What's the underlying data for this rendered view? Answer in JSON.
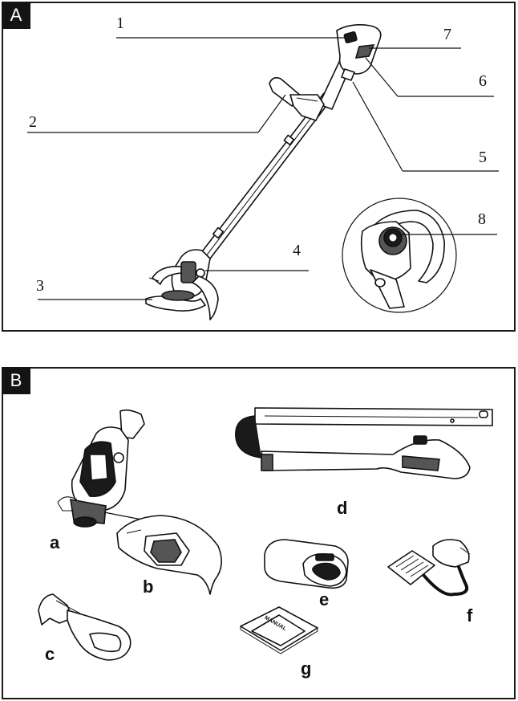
{
  "panel_a": {
    "tag": "A",
    "callouts": [
      "1",
      "2",
      "3",
      "4",
      "5",
      "6",
      "7",
      "8"
    ]
  },
  "panel_b": {
    "tag": "B",
    "parts": [
      "a",
      "b",
      "c",
      "d",
      "e",
      "f",
      "g"
    ],
    "manual_cover_text": "MANUAL"
  }
}
